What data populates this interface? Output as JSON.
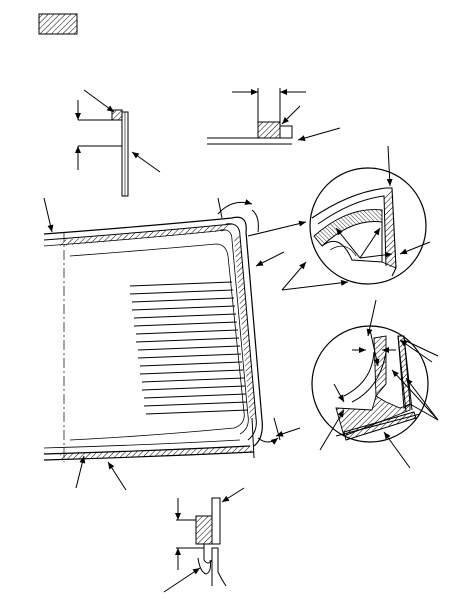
{
  "drawing": {
    "kind": "technical-section-drawing",
    "line_color": "#000000",
    "background": "#ffffff",
    "hatch_style": "diagonal-45"
  },
  "legend": {
    "symbol": "hatch-swatch"
  },
  "details": [
    {
      "id": "flange-top-left",
      "leaders": 2,
      "dimension": "vertical"
    },
    {
      "id": "flange-top-right",
      "leaders": 2,
      "dimension": "horizontal"
    },
    {
      "id": "main-section",
      "leaders": 6
    },
    {
      "id": "detail-circle-upper",
      "leaders": 3
    },
    {
      "id": "detail-circle-lower",
      "leaders": 5
    },
    {
      "id": "flange-bottom",
      "leaders": 2,
      "dimension": "vertical"
    }
  ]
}
